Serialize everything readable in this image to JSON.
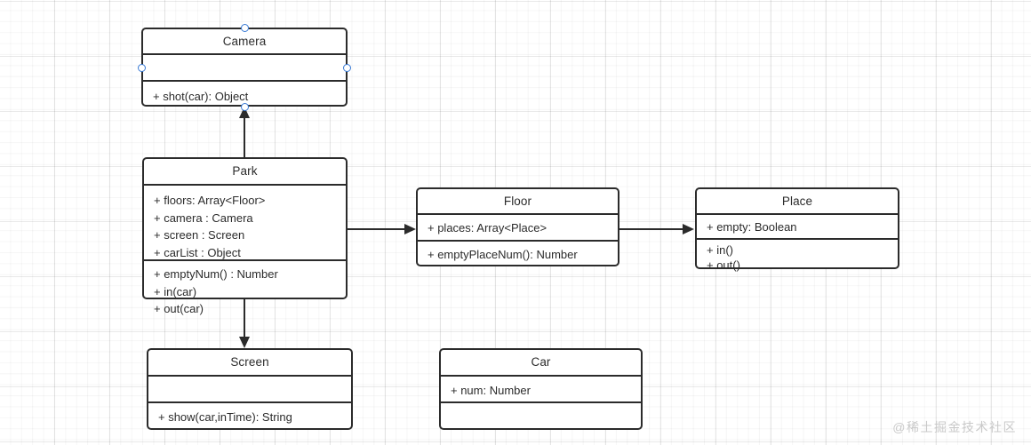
{
  "diagram": {
    "kind": "uml-class-diagram",
    "background": "#ffffff",
    "grid_minor_color": "#f2f2f2",
    "grid_major_color": "#e8e8e8",
    "stroke_color": "#2b2b2b",
    "selection_color": "#3a7bd5",
    "watermark": "@稀土掘金技术社区"
  },
  "classes": {
    "camera": {
      "name": "Camera",
      "attributes": [],
      "methods": [
        "+ shot(car): Object"
      ],
      "selected": true
    },
    "park": {
      "name": "Park",
      "attributes": [
        "+ floors: Array<Floor>",
        "+ camera : Camera",
        "+ screen : Screen",
        "+ carList : Object"
      ],
      "methods": [
        "+ emptyNum() : Number",
        "+ in(car)",
        "+ out(car)"
      ],
      "selected": false
    },
    "floor": {
      "name": "Floor",
      "attributes": [
        "+ places: Array<Place>"
      ],
      "methods": [
        "+ emptyPlaceNum(): Number"
      ],
      "selected": false
    },
    "place": {
      "name": "Place",
      "attributes": [
        "+ empty: Boolean"
      ],
      "methods": [
        "+ in()",
        "+ out()"
      ],
      "selected": false
    },
    "screen": {
      "name": "Screen",
      "attributes": [],
      "methods": [
        "+ show(car,inTime): String"
      ],
      "selected": false
    },
    "car": {
      "name": "Car",
      "attributes": [
        "+ num: Number"
      ],
      "methods": [],
      "selected": false
    }
  },
  "relations": [
    {
      "id": "park-to-camera",
      "from": "park",
      "to": "camera",
      "direction": "up"
    },
    {
      "id": "park-to-screen",
      "from": "park",
      "to": "screen",
      "direction": "down"
    },
    {
      "id": "park-to-floor",
      "from": "park",
      "to": "floor",
      "direction": "right"
    },
    {
      "id": "floor-to-place",
      "from": "floor",
      "to": "place",
      "direction": "right"
    }
  ]
}
